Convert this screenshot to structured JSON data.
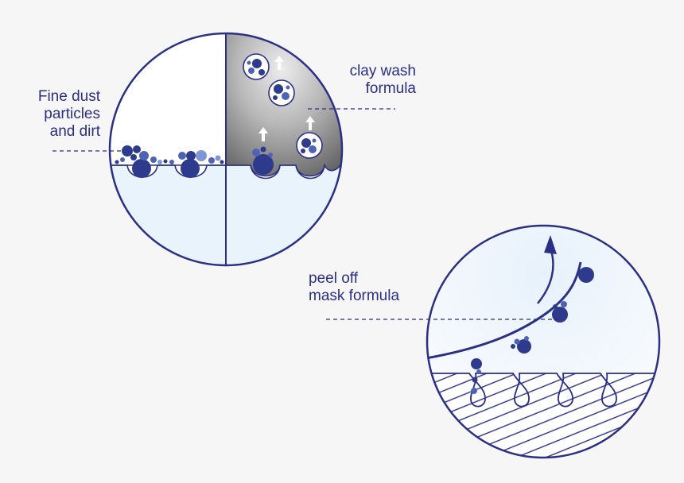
{
  "labels": {
    "fine_dust": [
      "Fine dust",
      "particles",
      "and dirt"
    ],
    "clay_wash": [
      "clay wash",
      "formula"
    ],
    "peel_off": [
      "peel off",
      "mask formula"
    ]
  },
  "colors": {
    "outline": "#2b2f86",
    "particle_dark": "#2e3a8c",
    "particle_mid": "#4d63b4",
    "particle_light": "#7f95d6",
    "skin_fill": "#e8f3fc",
    "clay_dark": "#6f6f6f",
    "clay_light": "#c9c9c9",
    "background": "#f6f6f6"
  }
}
